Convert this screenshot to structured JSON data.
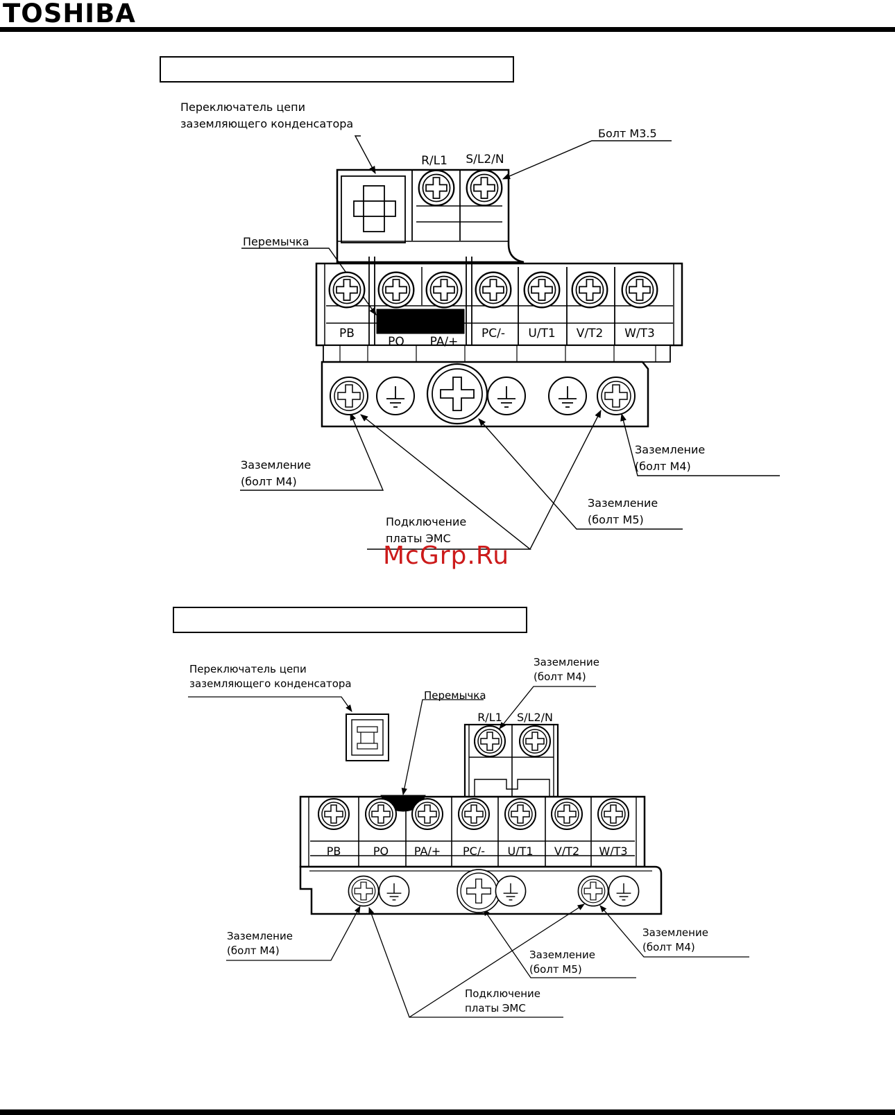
{
  "header": {
    "brand": "TOSHIBA"
  },
  "watermark": "McGrp.Ru",
  "figure1": {
    "capacitor_switch": [
      "Переключатель цепи",
      "заземляющего конденсатора"
    ],
    "bolt_label": "Болт М3.5",
    "jumper_label": "Перемычка",
    "input_terminals": [
      "R/L1",
      "S/L2/N"
    ],
    "output_terminals": [
      "PB",
      "PO",
      "PA/+",
      "PC/-",
      "U/T1",
      "V/T2",
      "W/T3"
    ],
    "ground_left": [
      "Заземление",
      "(болт М4)"
    ],
    "ground_right": [
      "Заземление",
      "(болт М4)"
    ],
    "ground_center": [
      "Заземление",
      "(болт М5)"
    ],
    "emc_connection": [
      "Подключение",
      "платы ЭМС"
    ]
  },
  "figure2": {
    "capacitor_switch": [
      "Переключатель цепи",
      "заземляющего конденсатора"
    ],
    "jumper_label": "Перемычка",
    "ground_top": [
      "Заземление",
      "(болт М4)"
    ],
    "input_terminals": [
      "R/L1",
      "S/L2/N"
    ],
    "output_terminals": [
      "PB",
      "PO",
      "PA/+",
      "PC/-",
      "U/T1",
      "V/T2",
      "W/T3"
    ],
    "ground_left": [
      "Заземление",
      "(болт М4)"
    ],
    "ground_center": [
      "Заземление",
      "(болт М5)"
    ],
    "ground_right": [
      "Заземление",
      "(болт М4)"
    ],
    "emc_connection": [
      "Подключение",
      "платы ЭМС"
    ]
  }
}
